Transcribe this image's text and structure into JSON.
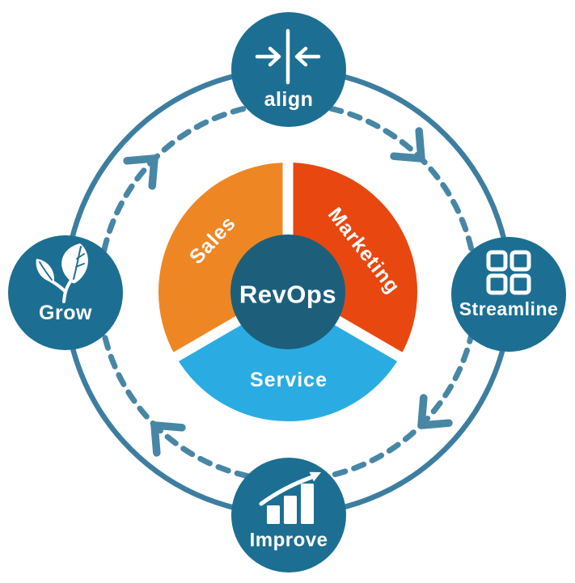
{
  "diagram": {
    "kind": "revops-cycle-diagram",
    "flow_direction": "clockwise",
    "arrowhead_count": 4
  },
  "center": {
    "label": "RevOps",
    "color": "#1D5F7B"
  },
  "wedges": [
    {
      "label": "Sales",
      "color": "#EE8723"
    },
    {
      "label": "Marketing",
      "color": "#E8470F"
    },
    {
      "label": "Service",
      "color": "#2AACE3"
    }
  ],
  "nodes": [
    {
      "label": "align",
      "icon": "align-center-icon"
    },
    {
      "label": "Streamline",
      "icon": "grid-squares-icon"
    },
    {
      "label": "Improve",
      "icon": "growth-bar-chart-icon"
    },
    {
      "label": "Grow",
      "icon": "sprout-leaves-icon"
    }
  ],
  "colors": {
    "node_fill": "#1C6F92",
    "outer_ring": "#3D7EA0",
    "dashed_ring": "#4886A6",
    "arrow": "#4886A6",
    "separator": "#FFFFFF",
    "label_text": "#FFFFFF",
    "background": "#FFFFFF"
  }
}
